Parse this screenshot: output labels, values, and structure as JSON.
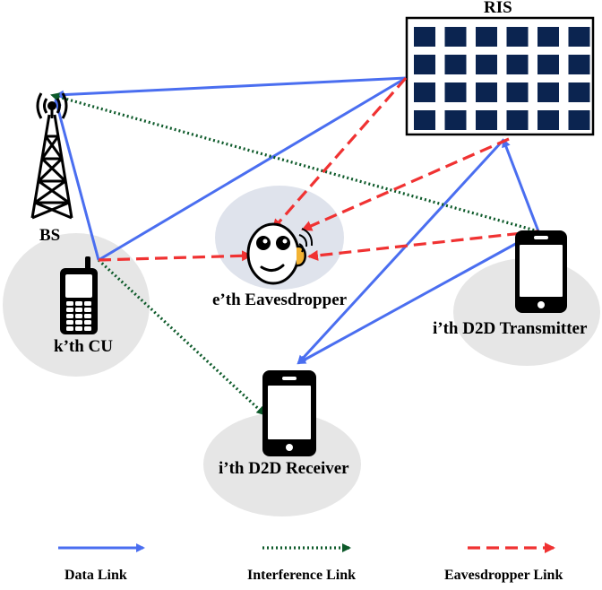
{
  "nodes": {
    "ris": {
      "label": "RIS",
      "icon": "ris-panel-icon"
    },
    "bs": {
      "label": "BS",
      "icon": "cell-tower-icon"
    },
    "cu": {
      "label": "k’th CU",
      "icon": "cellphone-keypad-icon"
    },
    "eve": {
      "label": "e’th Eavesdropper",
      "icon": "eavesdropper-face-icon"
    },
    "tx": {
      "label": "i’th D2D Transmitter",
      "icon": "smartphone-icon"
    },
    "rx": {
      "label": "i’th D2D Receiver",
      "icon": "smartphone-icon"
    }
  },
  "legend": {
    "data_link": "Data Link",
    "interference_link": "Interference Link",
    "eavesdropper_link": "Eavesdropper Link"
  },
  "colors": {
    "data_link": "#4a6ef0",
    "interference_link": "#0d5a2a",
    "eavesdropper_link": "#f03232",
    "ris_cell": "#0b2450",
    "region_fill": "#e6e6e6",
    "eavesdropper_region_fill": "#dfe3ec"
  }
}
